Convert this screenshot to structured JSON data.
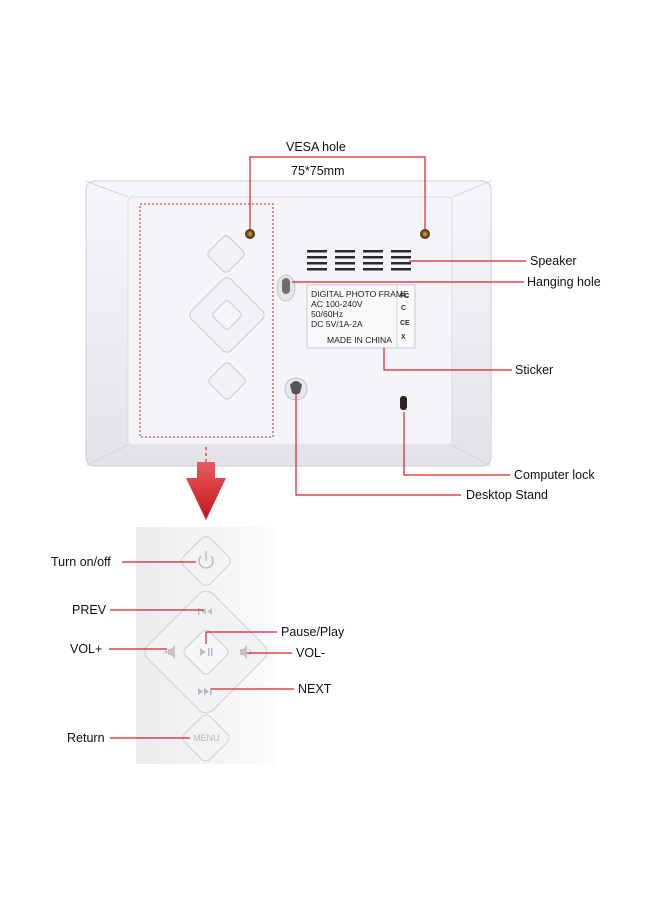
{
  "labels": {
    "vesa_hole": "VESA hole",
    "vesa_size": "75*75mm",
    "speaker": "Speaker",
    "hanging_hole": "Hanging hole",
    "sticker": "Sticker",
    "computer_lock": "Computer lock",
    "desktop_stand": "Desktop Stand",
    "turn_on_off": "Turn on/off",
    "prev": "PREV",
    "pause_play": "Pause/Play",
    "vol_plus": "VOL+",
    "vol_minus": "VOL-",
    "next": "NEXT",
    "return": "Return"
  },
  "sticker": {
    "line1": "DIGITAL PHOTO FRAME",
    "line2": "AC 100-240V",
    "line3": "50/60Hz",
    "line4": "DC 5V/1A-2A",
    "line5": "MADE IN CHINA",
    "marks": [
      "FC",
      "C",
      "CE",
      "X"
    ]
  },
  "button_text": {
    "menu": "MENU"
  },
  "icons": {
    "power": "power-icon",
    "prev": "skip-back-icon",
    "next": "skip-forward-icon",
    "play_pause": "play-pause-icon",
    "vol_plus": "speaker-plus-icon",
    "vol_minus": "speaker-minus-icon",
    "arrow": "arrow-down-icon"
  },
  "colors": {
    "callout_line": "#d8232a",
    "arrow": "#d8232a",
    "device_body": "#f1f0f4"
  }
}
